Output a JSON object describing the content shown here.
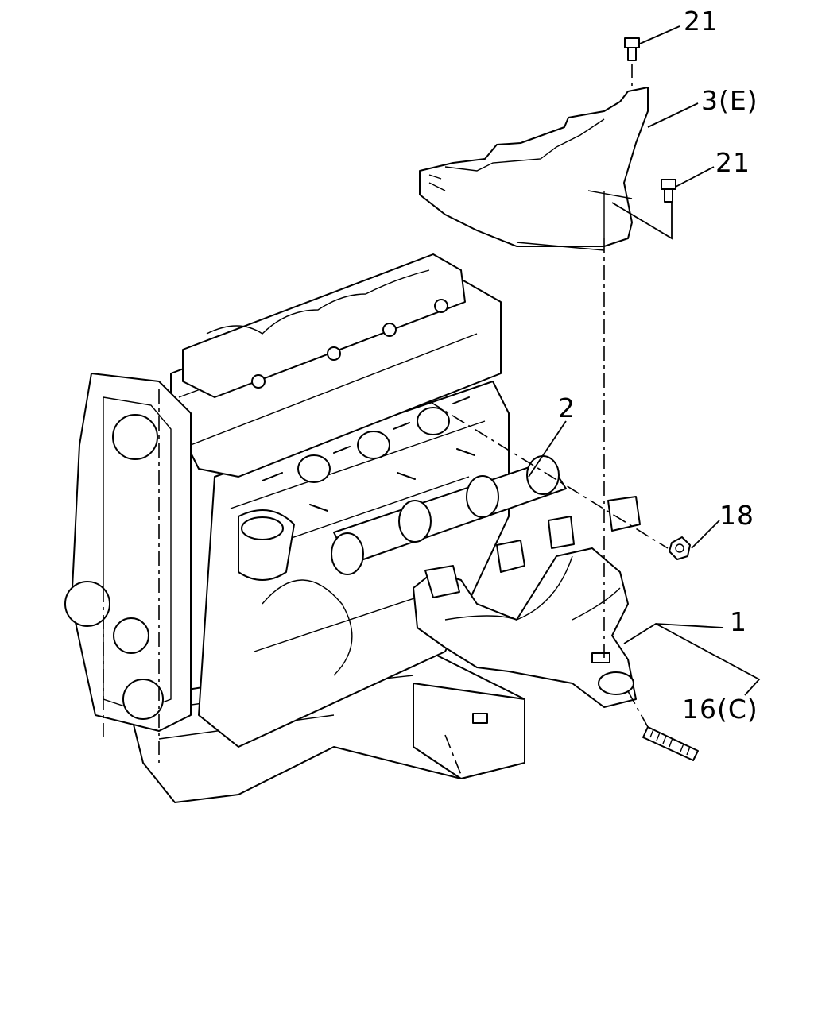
{
  "callouts": {
    "bolt_top": "21",
    "heat_shield": "3(E)",
    "bolt_right": "21",
    "gasket": "2",
    "nut": "18",
    "manifold": "1",
    "stud": "16(C)"
  }
}
